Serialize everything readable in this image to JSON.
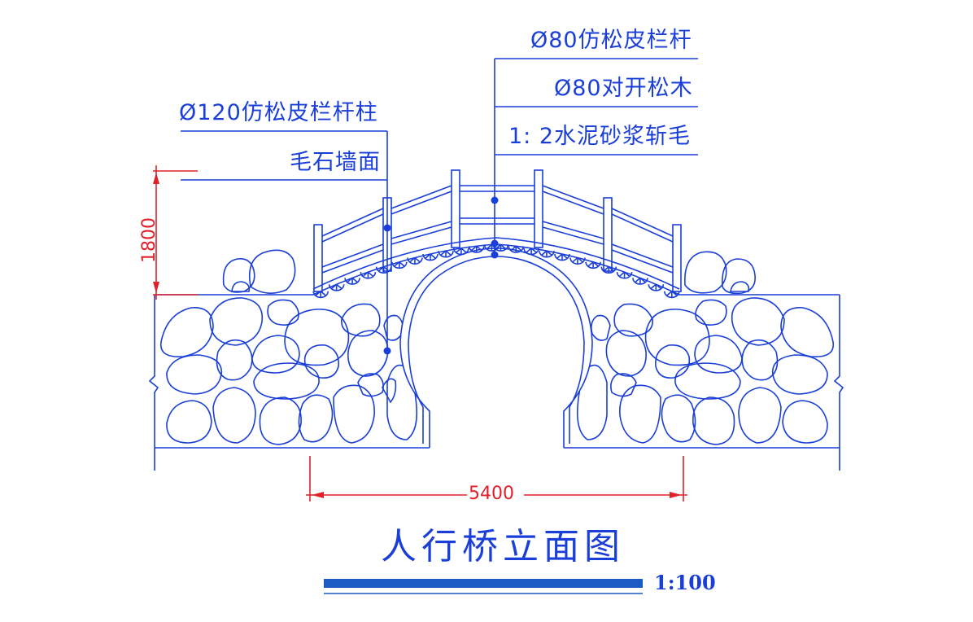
{
  "drawing": {
    "title": "人行桥立面图",
    "scale": "1:100",
    "line_color": "#1a3fd8",
    "dimension_color": "#e0202a",
    "callouts": {
      "rail_bar": "Ø80仿松皮栏杆",
      "log_half": "Ø80对开松木",
      "mortar": "1: 2水泥砂浆斩毛",
      "post": "Ø120仿松皮栏杆柱",
      "rubble_wall": "毛石墙面"
    },
    "dimensions": {
      "span": "5400",
      "height": "1800"
    }
  }
}
